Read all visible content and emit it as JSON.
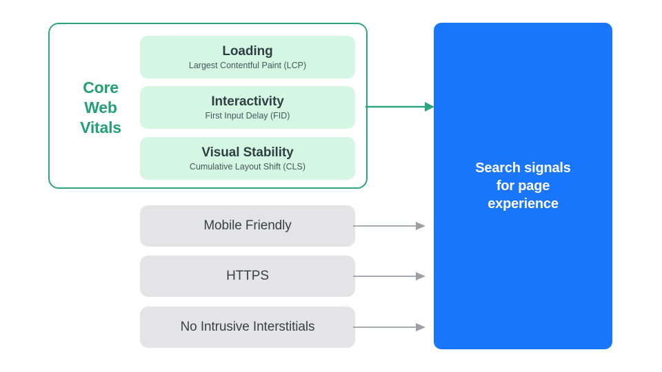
{
  "diagram": {
    "core_web_vitals": {
      "label": "Core\nWeb\nVitals",
      "border_color": "#2EA57E",
      "label_color": "#23A06F",
      "card_bg": "#D5F6E3",
      "metrics": [
        {
          "title": "Loading",
          "subtitle": "Largest Contentful Paint (LCP)"
        },
        {
          "title": "Interactivity",
          "subtitle": "First Input Delay (FID)"
        },
        {
          "title": "Visual Stability",
          "subtitle": "Cumulative Layout Shift (CLS)"
        }
      ]
    },
    "other_signals": {
      "box_bg": "#E4E4E6",
      "items": [
        {
          "label": "Mobile Friendly"
        },
        {
          "label": "HTTPS"
        },
        {
          "label": "No Intrusive Interstitials"
        }
      ]
    },
    "outcome_panel": {
      "text": "Search signals\nfor page\nexperience",
      "bg_color": "#1A76FD",
      "text_color": "#FFFFFF"
    },
    "connectors": {
      "green_arrow_color": "#2EA57E",
      "gray_arrow_color": "#9AA0A6"
    }
  }
}
